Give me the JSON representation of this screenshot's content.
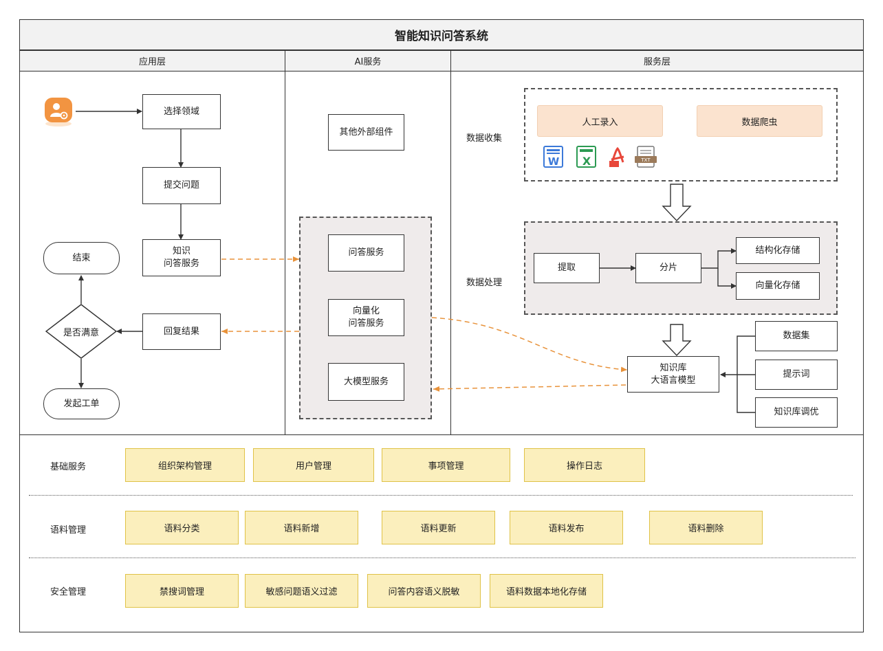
{
  "title": "智能知识问答系统",
  "headers": {
    "app": "应用层",
    "ai": "AI服务",
    "svc": "服务层"
  },
  "app": {
    "select_domain": "选择领域",
    "submit_question": "提交问题",
    "qa_service": "知识\n问答服务",
    "end": "结束",
    "satisfied": "是否满意",
    "reply_result": "回复结果",
    "start_ticket": "发起工单"
  },
  "ai": {
    "external": "其他外部组件",
    "qa": "问答服务",
    "vector_qa": "向量化\n问答服务",
    "llm": "大模型服务"
  },
  "svc": {
    "collect_label": "数据收集",
    "manual": "人工录入",
    "crawler": "数据爬虫",
    "file_icons": {
      "word": "W",
      "excel": "X",
      "txt": "TXT"
    },
    "process_label": "数据处理",
    "extract": "提取",
    "shard": "分片",
    "struct_store": "结构化存储",
    "vector_store": "向量化存储",
    "kb_model": "知识库\n大语言模型",
    "dataset": "数据集",
    "prompt": "提示词",
    "tuning": "知识库调优"
  },
  "bottom": {
    "rows": [
      {
        "label": "基础服务",
        "items": [
          "组织架构管理",
          "用户管理",
          "事项管理",
          "操作日志"
        ]
      },
      {
        "label": "语料管理",
        "items": [
          "语料分类",
          "语料新增",
          "语料更新",
          "语料发布",
          "语料删除"
        ]
      },
      {
        "label": "安全管理",
        "items": [
          "禁搜词管理",
          "敏感问题语义过滤",
          "问答内容语义脱敏",
          "语料数据本地化存储"
        ]
      }
    ]
  },
  "colors": {
    "accent": "#e8923a",
    "peach": "#fbe3cf",
    "yellow": "#fbefbd",
    "yellow_border": "#dfc246",
    "grey_zone": "#efebeb"
  }
}
